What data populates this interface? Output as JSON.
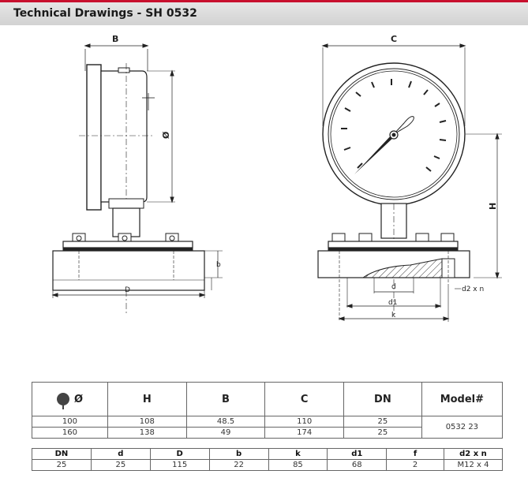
{
  "header": {
    "title": "Technical Drawings - SH 0532"
  },
  "drawing": {
    "side_labels": {
      "b_top": "B",
      "diameter": "Ø",
      "b_small": "b",
      "d_bottom": "D"
    },
    "front_labels": {
      "c_top": "C",
      "h_right": "H",
      "d_inner": "d",
      "d1": "d1",
      "k": "k",
      "d2n": "d2 x n"
    }
  },
  "spec_table": {
    "headers": {
      "diameter": "Ø",
      "h": "H",
      "b": "B",
      "c": "C",
      "dn": "DN",
      "model": "Model#"
    },
    "rows": [
      {
        "diameter": "100",
        "h": "108",
        "b": "48.5",
        "c": "110",
        "dn": "25"
      },
      {
        "diameter": "160",
        "h": "138",
        "b": "49",
        "c": "174",
        "dn": "25"
      }
    ],
    "model": "0532 23"
  },
  "flange_table": {
    "headers": {
      "dn": "DN",
      "d": "d",
      "D": "D",
      "b": "b",
      "k": "k",
      "d1": "d1",
      "f": "f",
      "d2n": "d2 x n"
    },
    "row": {
      "dn": "25",
      "d": "25",
      "D": "115",
      "b": "22",
      "k": "85",
      "d1": "68",
      "f": "2",
      "d2n": "M12 x 4"
    }
  }
}
